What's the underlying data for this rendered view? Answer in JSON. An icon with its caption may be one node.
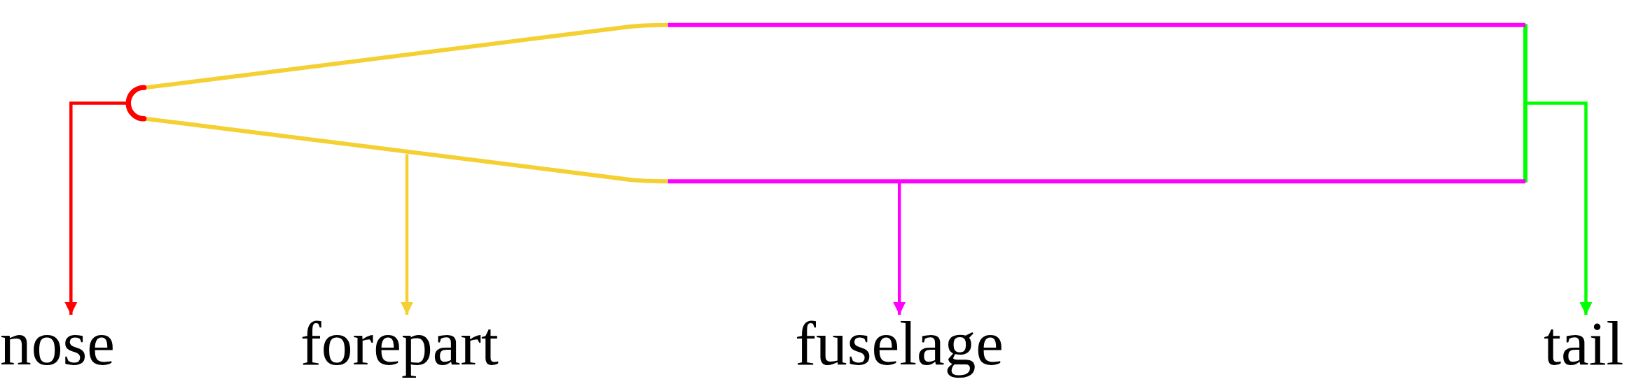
{
  "diagram": {
    "nodes": [
      {
        "text": [],
        "shape": "arc"
      },
      {
        "text": [],
        "shape": "line"
      },
      {
        "text": [],
        "shape": "line"
      },
      {
        "text": [],
        "shape": "line"
      },
      {
        "text": [
          "nose"
        ]
      },
      {
        "text": [
          "forepart"
        ]
      },
      {
        "text": [
          "fuselage"
        ]
      },
      {
        "text": [
          "tail"
        ]
      }
    ],
    "edges": [
      {
        "from": 0,
        "to": 4,
        "arrow": "to",
        "color": "#ff0000"
      },
      {
        "from": 1,
        "to": 5,
        "arrow": "to",
        "color": "#f5d033"
      },
      {
        "from": 2,
        "to": 6,
        "arrow": "to",
        "color": "#ff00ff"
      },
      {
        "from": 3,
        "to": 7,
        "arrow": "to",
        "color": "#00ff00"
      }
    ]
  }
}
